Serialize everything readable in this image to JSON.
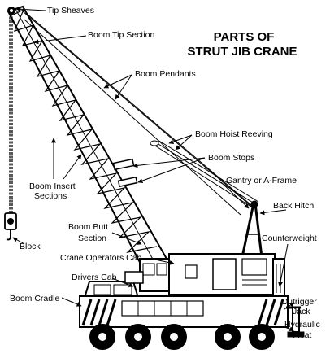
{
  "title": {
    "line1": "PARTS OF",
    "line2": "STRUT JIB CRANE"
  },
  "labels": {
    "tip_sheaves": "Tip Sheaves",
    "boom_tip_section": "Boom Tip Section",
    "boom_pendants": "Boom Pendants",
    "boom_hoist_reeving": "Boom Hoist Reeving",
    "boom_stops": "Boom Stops",
    "boom_insert_1": "Boom Insert",
    "boom_insert_2": "Sections",
    "gantry": "Gantry or A-Frame",
    "back_hitch": "Back Hitch",
    "boom_butt_1": "Boom Butt",
    "boom_butt_2": "Section",
    "block": "Block",
    "counterweight": "Counterweight",
    "crane_operators_cab": "Crane Operators Cab",
    "drivers_cab": "Drivers Cab",
    "boom_cradle": "Boom Cradle",
    "outrigger_1": "Outrigger",
    "outrigger_2": "Jack",
    "hydraulic_1": "Hydraulic",
    "hydraulic_2": "Float"
  },
  "colors": {
    "ink": "#000000",
    "paper": "#ffffff"
  }
}
